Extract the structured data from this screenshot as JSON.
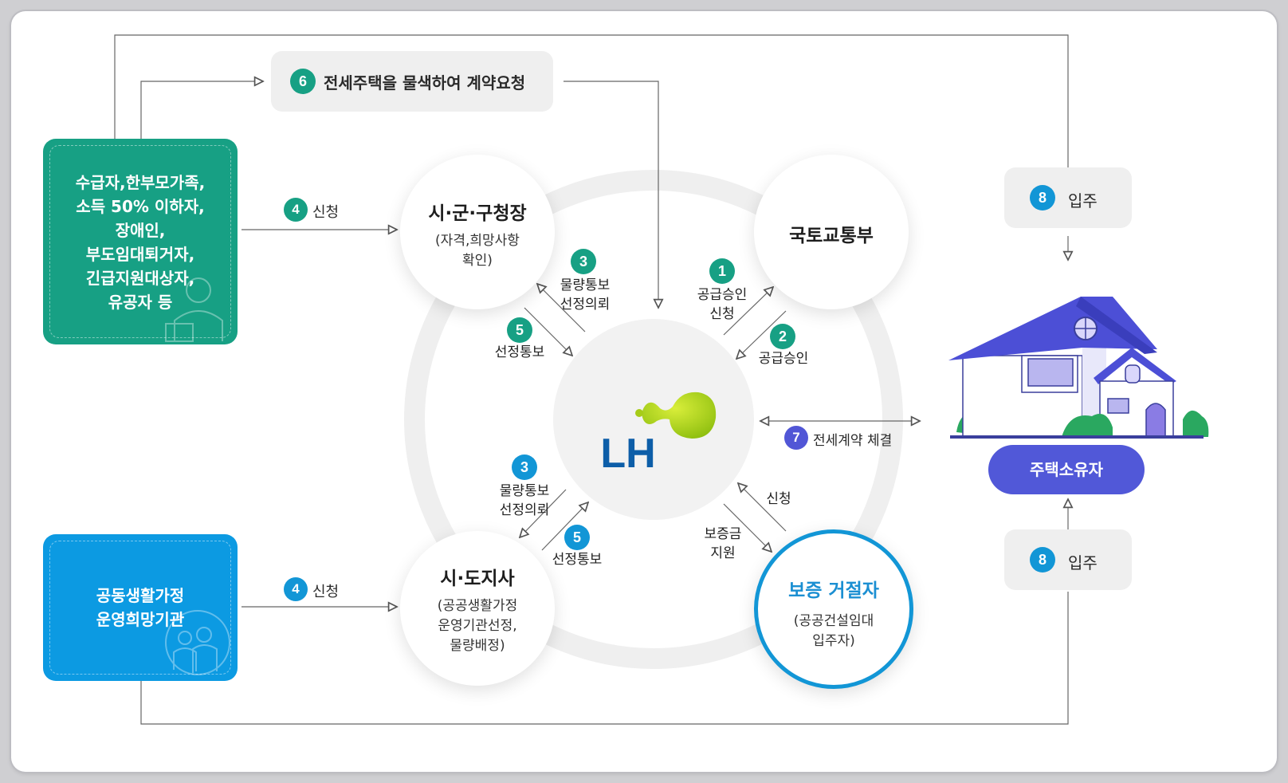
{
  "left_boxes": {
    "recipients": "수급자,한부모가족,\n소득 50% 이하자,\n장애인,\n부도임대퇴거자,\n긴급지원대상자,\n유공자 등",
    "operators": "공동생활가정\n운영희망기관"
  },
  "step6": {
    "num": "6",
    "label": "전세주택을 물색하여 계약요청"
  },
  "step4_top": {
    "num": "4",
    "label": "신청"
  },
  "step4_bottom": {
    "num": "4",
    "label": "신청"
  },
  "circles": {
    "city": {
      "title": "시·군·구청장",
      "sub": "(자격,희망사항\n확인)"
    },
    "ministry": {
      "title": "국토교통부"
    },
    "province": {
      "title": "시·도지사",
      "sub": "(공공생활가정\n운영기관선정,\n물량배정)"
    },
    "rejected": {
      "title": "보증 거절자",
      "sub": "(공공건설임대\n입주자)"
    }
  },
  "center_logo": "LH",
  "flows": {
    "city_3": {
      "num": "3",
      "label": "물량통보\n선정의뢰"
    },
    "city_5": {
      "num": "5",
      "label": "선정통보"
    },
    "ministry_1": {
      "num": "1",
      "label": "공급승인\n신청"
    },
    "ministry_2": {
      "num": "2",
      "label": "공급승인"
    },
    "province_3": {
      "num": "3",
      "label": "물량통보\n선정의뢰"
    },
    "province_5": {
      "num": "5",
      "label": "선정통보"
    },
    "rejected_apply": "신청",
    "rejected_deposit": "보증금\n지원",
    "contract_7": {
      "num": "7",
      "label": "전세계약 체결"
    }
  },
  "move_in_top": {
    "num": "8",
    "label": "입주"
  },
  "move_in_bottom": {
    "num": "8",
    "label": "입주"
  },
  "owner_label": "주택소유자",
  "colors": {
    "green": "#17a084",
    "blue": "#1296d6",
    "purple": "#5156d6",
    "lh_blue": "#0d5ea8",
    "lh_green": "#a9cc1a"
  }
}
